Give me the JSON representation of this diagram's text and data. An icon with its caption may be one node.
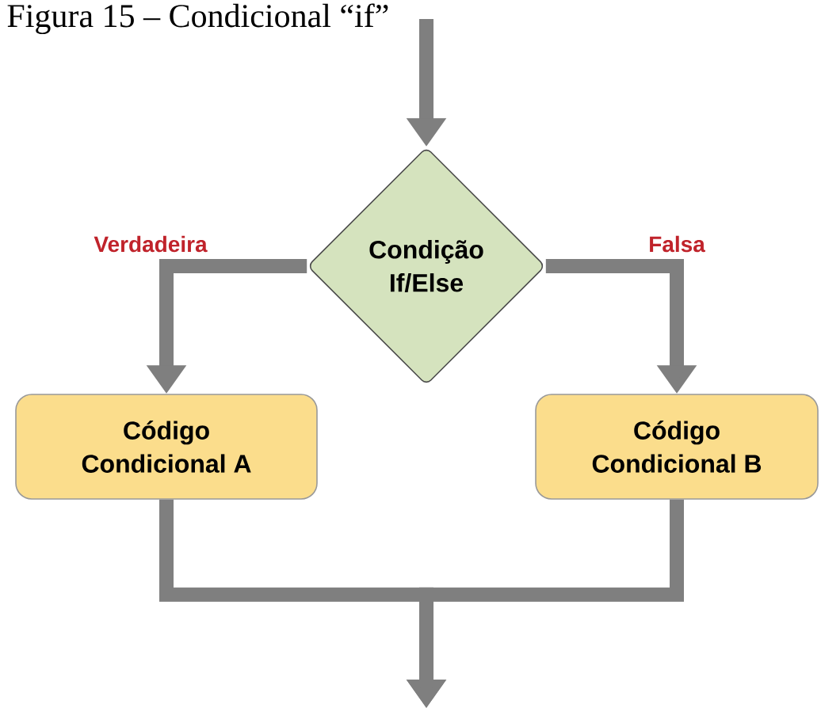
{
  "diagram": {
    "title": "Figura 15 – Condicional “if”",
    "nodes": [
      {
        "text": [
          "Condição If/Else"
        ]
      },
      {
        "text": [
          "Código Condicional A"
        ]
      },
      {
        "text": [
          "Código Condicional B"
        ]
      }
    ],
    "edges": [
      {
        "from": null,
        "to": 0,
        "arrow": "to"
      },
      {
        "from": 0,
        "to": 1,
        "arrow": "to",
        "label": "Verdadeira"
      },
      {
        "from": 0,
        "to": 2,
        "arrow": "to",
        "label": "Falsa"
      },
      {
        "from": 1,
        "to": null,
        "arrow": "to"
      },
      {
        "from": 2,
        "to": null,
        "arrow": "to"
      }
    ]
  }
}
